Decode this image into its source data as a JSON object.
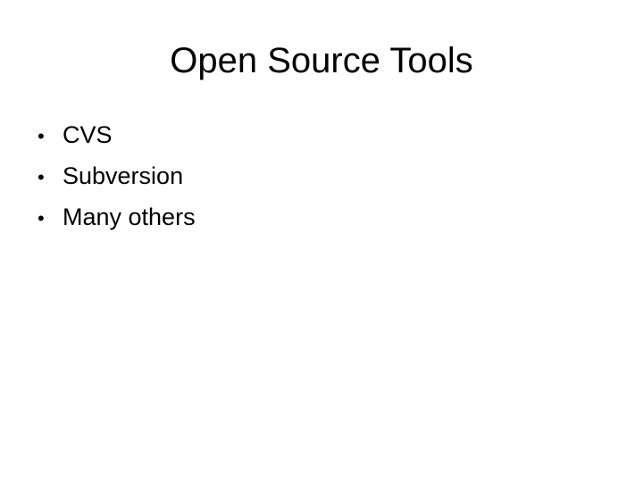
{
  "slide": {
    "title": "Open Source Tools",
    "bullet_glyph": "•",
    "bullets": [
      {
        "label": "CVS"
      },
      {
        "label": "Subversion"
      },
      {
        "label": "Many others"
      }
    ]
  }
}
